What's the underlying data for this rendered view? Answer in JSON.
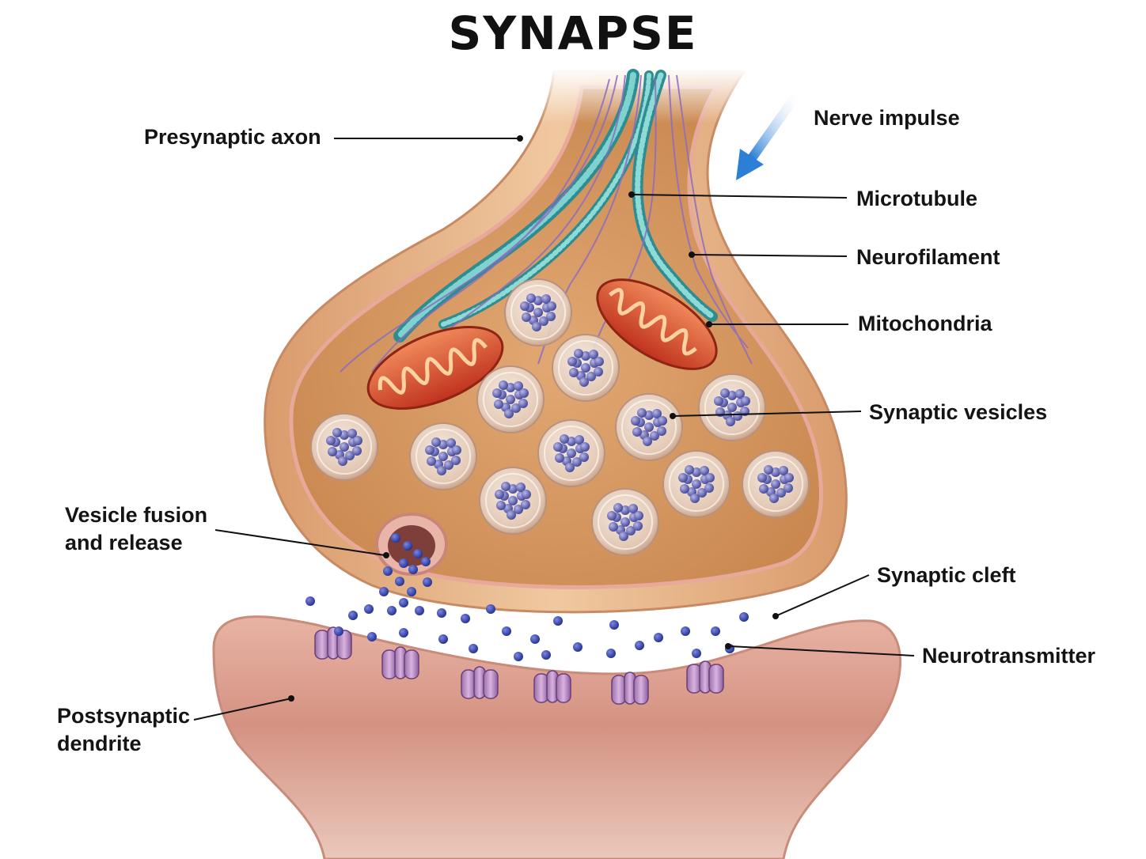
{
  "title": "SYNAPSE",
  "labels": {
    "presynaptic_axon": "Presynaptic axon",
    "nerve_impulse": "Nerve impulse",
    "microtubule": "Microtubule",
    "neurofilament": "Neurofilament",
    "mitochondria": "Mitochondria",
    "synaptic_vesicles": "Synaptic vesicles",
    "vesicle_fusion_line1": "Vesicle fusion",
    "vesicle_fusion_line2": "and release",
    "synaptic_cleft": "Synaptic cleft",
    "neurotransmitter": "Neurotransmitter",
    "postsynaptic_line1": "Postsynaptic",
    "postsynaptic_line2": "dendrite"
  },
  "colors": {
    "axon": "#e9b98e",
    "axon_inner": "#d79b68",
    "membrane": "#e8a9a3",
    "dendrite": "#d99a88",
    "microtubule": "#3a9fa0",
    "neurofilament": "#8b6fb5",
    "mitochondria": "#d8452a",
    "vesicle_particle": "#4a4fa5",
    "arrow": "#2b7fd6"
  }
}
